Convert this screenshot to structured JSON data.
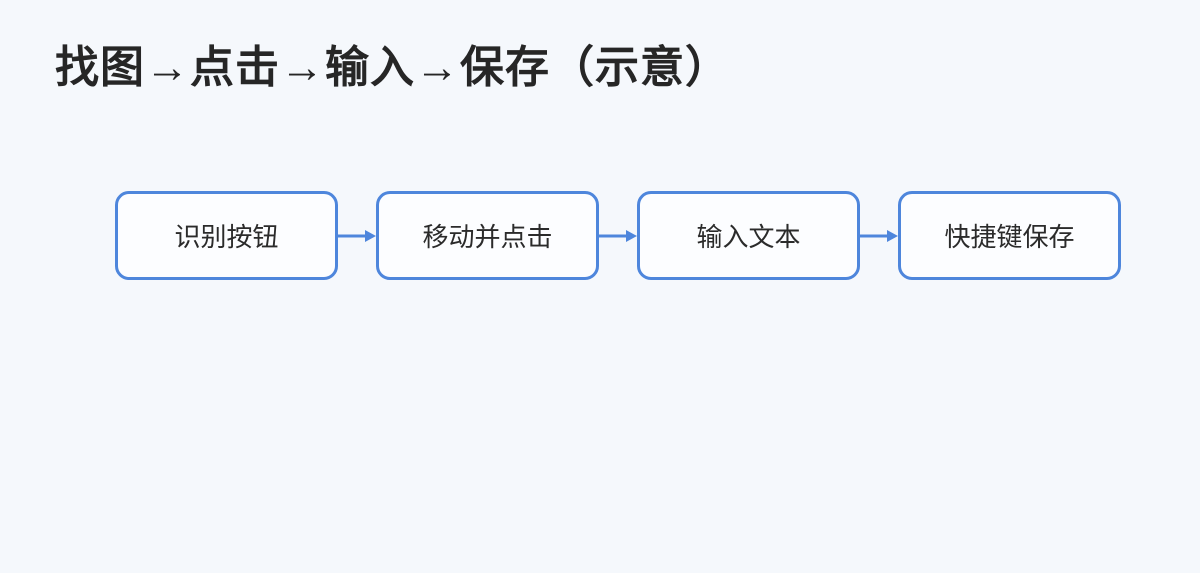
{
  "page": {
    "background_color": "#f5f8fc",
    "title": "找图→点击→输入→保存（示意）"
  },
  "flow": {
    "accent_color": "#4e86dc",
    "box_background_color": "#fcfdff",
    "title_color": "#262626",
    "label_color": "#2b2b2b",
    "steps": [
      {
        "label": "识别按钮"
      },
      {
        "label": "移动并点击"
      },
      {
        "label": "输入文本"
      },
      {
        "label": "快捷键保存"
      }
    ]
  }
}
